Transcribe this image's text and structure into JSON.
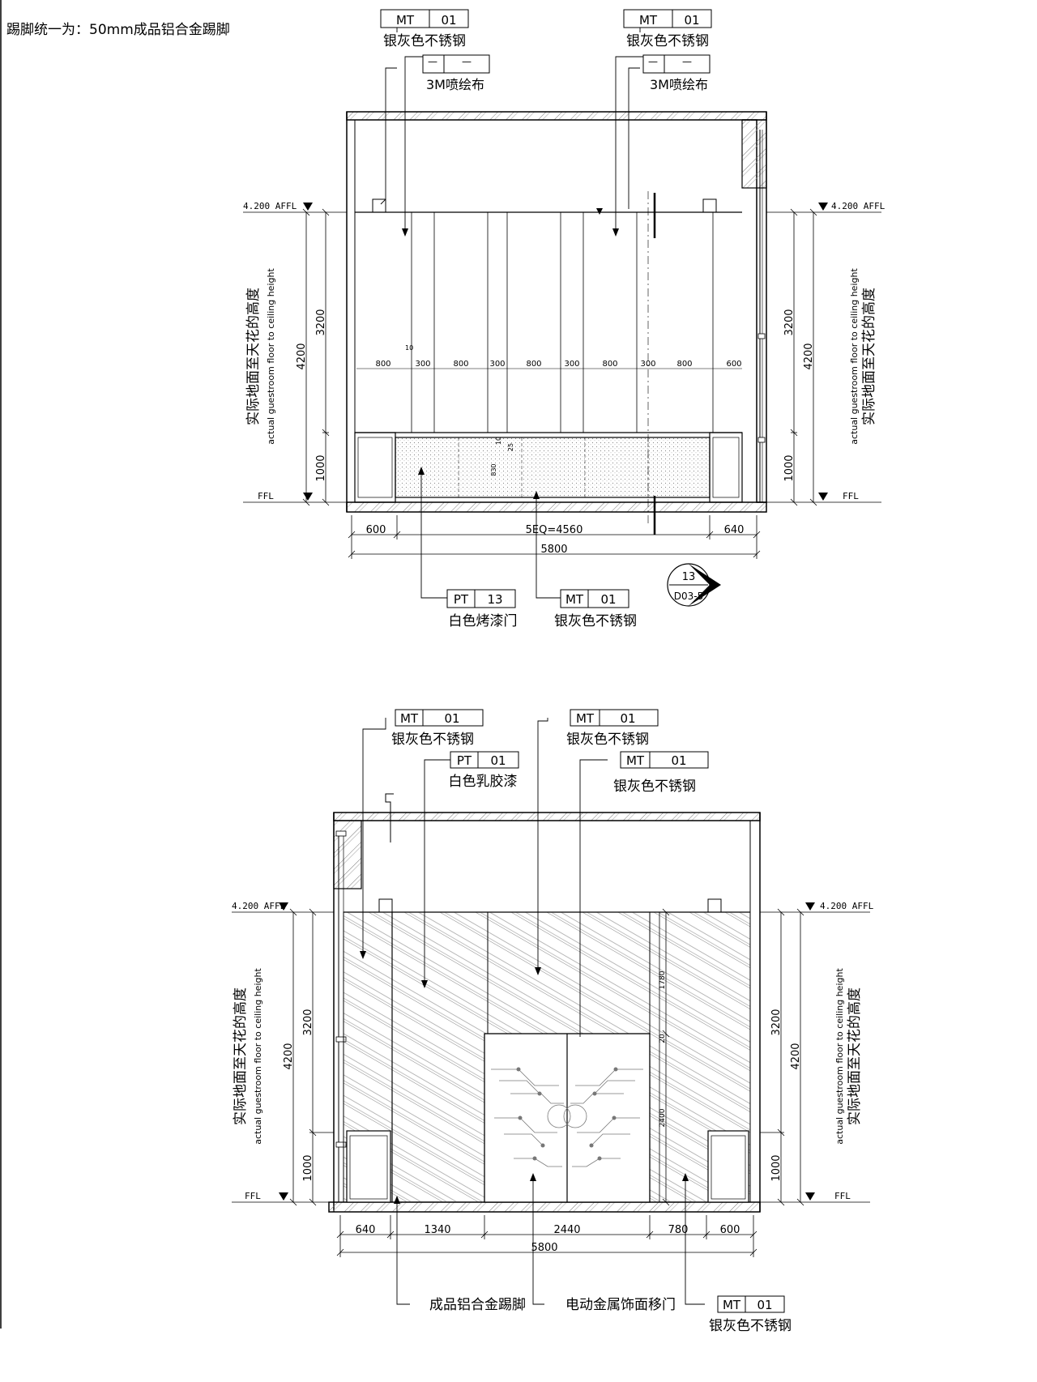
{
  "note": "踢脚统一为：50mm成品铝合金踢脚",
  "top_elevation": {
    "tags_top": [
      {
        "code": "MT",
        "num": "01",
        "label": "银灰色不锈钢",
        "sub_code": "—",
        "sub_num": "—",
        "sub_label": "3M喷绘布"
      },
      {
        "code": "MT",
        "num": "01",
        "label": "银灰色不锈钢",
        "sub_code": "—",
        "sub_num": "—",
        "sub_label": "3M喷绘布"
      }
    ],
    "tags_bottom": [
      {
        "code": "PT",
        "num": "13",
        "label": "白色烤漆门"
      },
      {
        "code": "MT",
        "num": "01",
        "label": "银灰色不锈钢"
      }
    ],
    "level_top": "4.200 AFFL",
    "level_floor": "FFL",
    "height_label_cn": "实际地面至天花的高度",
    "height_label_en": "actual guestroom floor to ceiling height",
    "dim_total_h": "4200",
    "dim_upper": "3200",
    "dim_lower": "1000",
    "panel_widths": [
      "800",
      "300",
      "800",
      "300",
      "800",
      "300",
      "800",
      "300",
      "800",
      "600"
    ],
    "small_dims": [
      "10",
      "25",
      "830",
      "10"
    ],
    "bottom_dims": [
      "600",
      "5EQ=4560",
      "640"
    ],
    "overall_width": "5800",
    "section_ref_num": "13",
    "section_ref_sheet": "D03-5"
  },
  "bottom_elevation": {
    "tags_top": [
      {
        "code": "MT",
        "num": "01",
        "label": "银灰色不锈钢"
      },
      {
        "code": "PT",
        "num": "01",
        "label": "白色乳胶漆"
      },
      {
        "code": "MT",
        "num": "01",
        "label": "银灰色不锈钢"
      },
      {
        "code": "MT",
        "num": "01",
        "label": "银灰色不锈钢"
      }
    ],
    "tag_bottom": {
      "code": "MT",
      "num": "01",
      "label": "银灰色不锈钢"
    },
    "label_skirting": "成品铝合金踢脚",
    "label_door": "电动金属饰面移门",
    "level_top": "4.200 AFFL",
    "level_floor": "FFL",
    "height_label_cn": "实际地面至天花的高度",
    "height_label_en": "actual guestroom floor to ceiling height",
    "dim_total_h": "4200",
    "dim_upper": "3200",
    "dim_lower": "1000",
    "door_dims": [
      "1780",
      "20",
      "2400"
    ],
    "bottom_dims": [
      "640",
      "1340",
      "2440",
      "780",
      "600"
    ],
    "overall_width": "5800"
  }
}
